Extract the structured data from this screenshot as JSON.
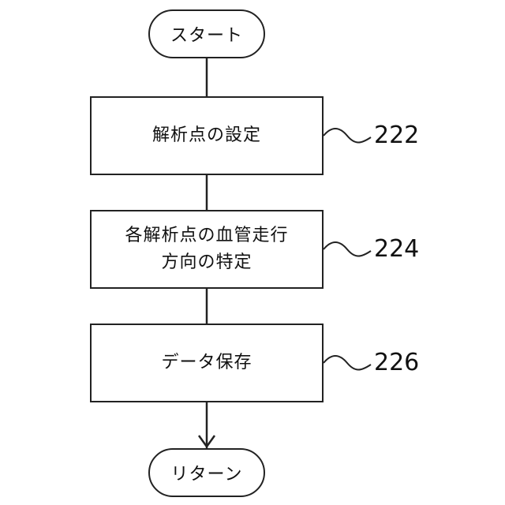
{
  "start": {
    "label": "スタート"
  },
  "end": {
    "label": "リターン"
  },
  "steps": [
    {
      "lines": [
        "解析点の設定"
      ],
      "ref": "222"
    },
    {
      "lines": [
        "各解析点の血管走行",
        "方向の特定"
      ],
      "ref": "224"
    },
    {
      "lines": [
        "データ保存"
      ],
      "ref": "226"
    }
  ]
}
